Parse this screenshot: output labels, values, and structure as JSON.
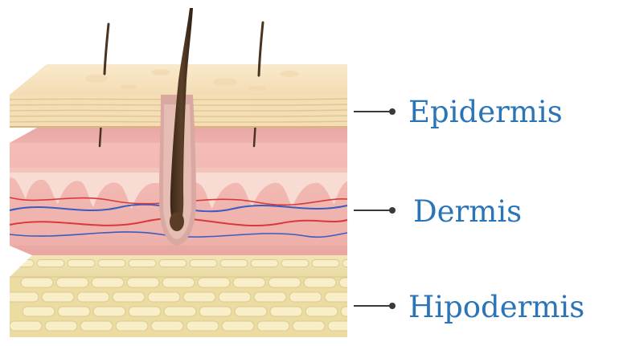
{
  "labels": {
    "epidermis": "Epidermis",
    "dermis": "Dermis",
    "hypodermis": "Hipodermis"
  },
  "colors": {
    "label_text": "#2a74b8",
    "leader_line": "#3a3a3a",
    "epidermis_top": "#f7e4c2",
    "epidermis_side": "#f0d9ae",
    "dermis_top": "#e9a9a7",
    "dermis_side": "#f2b8b3",
    "dermis_papillae": "#f7d9d2",
    "vein_blue": "#3b5bbf",
    "artery_red": "#d83a3a",
    "hypodermis_fill": "#efe1ae",
    "fat_cell": "#f8efc9",
    "hair": "#4a3320",
    "follicle": "#d9a8a0"
  }
}
